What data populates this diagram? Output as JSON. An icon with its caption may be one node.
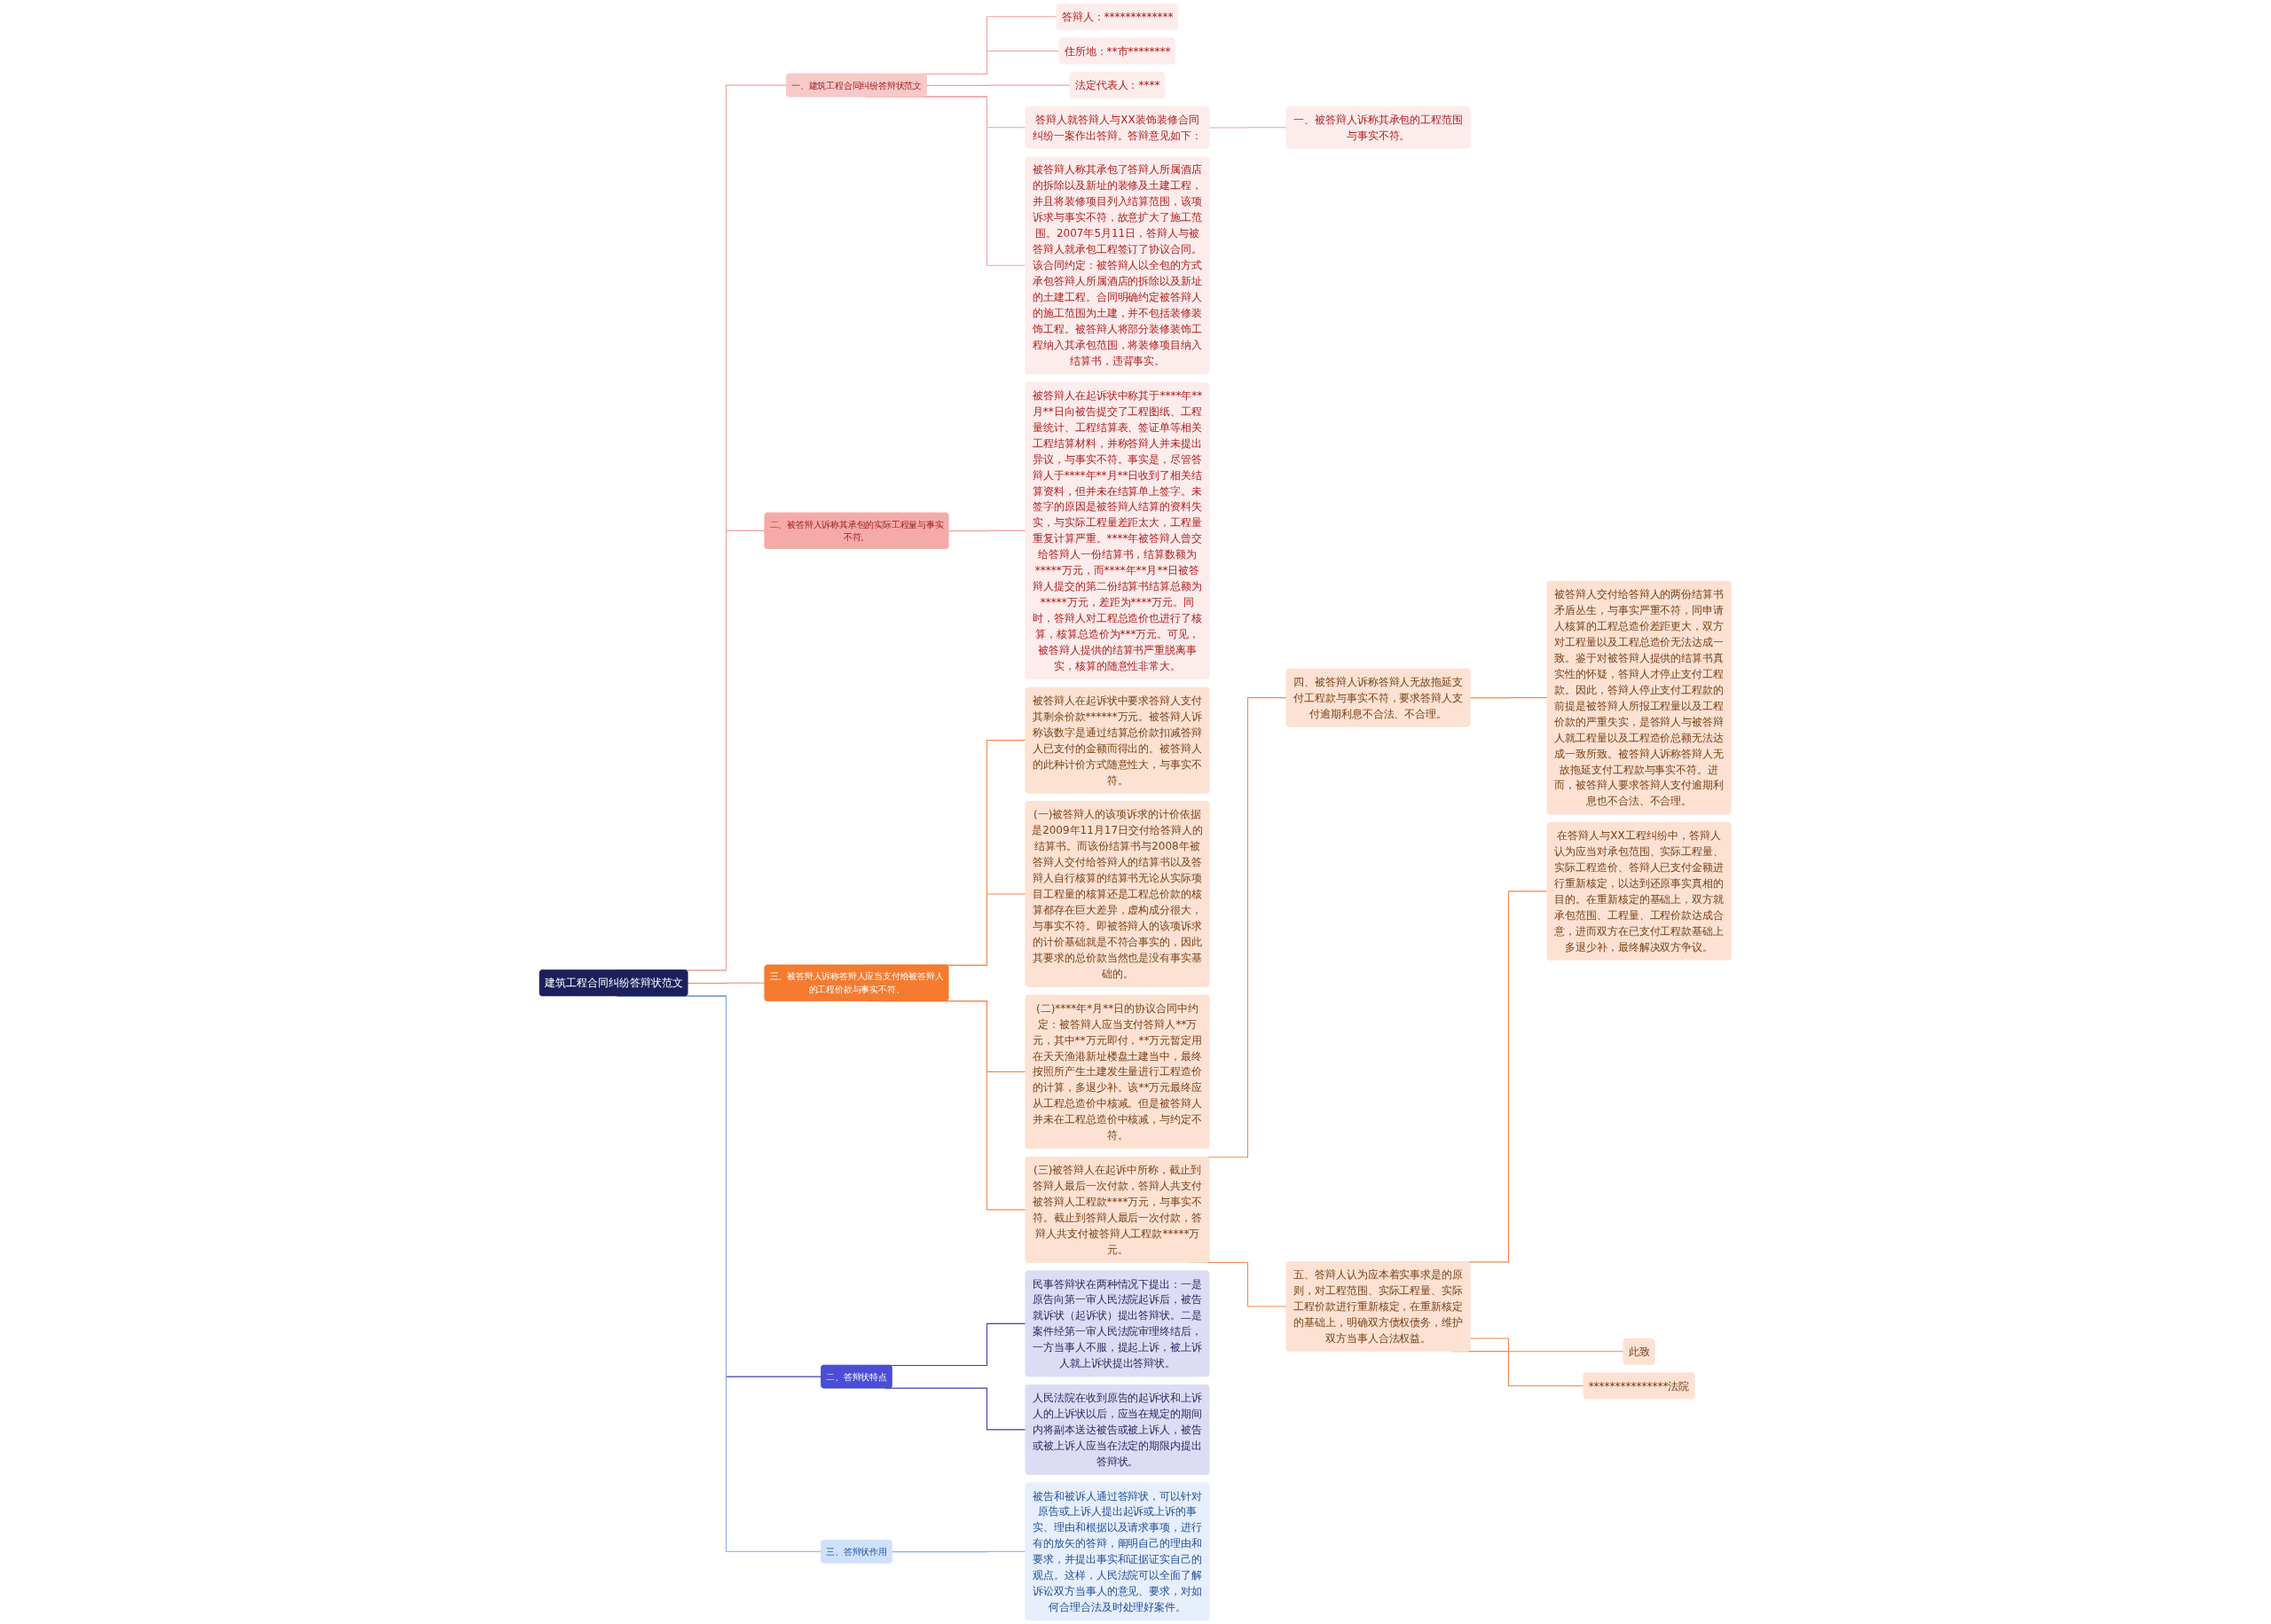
{
  "diagram": {
    "nodes": [
      {
        "text": [
          "建筑工程合同纠纷答辩状范文"
        ]
      },
      {
        "text": [
          "一、建筑工程合同纠纷答辩状范文"
        ]
      },
      {
        "text": [
          "答辩人：*************"
        ]
      },
      {
        "text": [
          "住所地：**市********"
        ]
      },
      {
        "text": [
          "法定代表人：****"
        ]
      },
      {
        "text": [
          "答辩人就答辩人与XX装饰装修合同纠纷一案作出答辩。答辩意见如下："
        ]
      },
      {
        "text": [
          "一、被答辩人诉称其承包的工程范围与事实不符。"
        ]
      },
      {
        "text": [
          "被答辩人称其承包了答辩人所属酒店的拆除以及新址的装修及土建工程，并且将装修项目列入结算范围，该项诉求与事实不符，故意扩大了施工范围。2007年5月11日，答辩人与被答辩人就承包工程签订了协议合同。该合同约定：被答辩人以全包的方式承包答辩人所属酒店的拆除以及新址的土建工程。合同明确约定被答辩人的施工范围为土建，并不包括装修装饰工程。被答辩人将部分装修装饰工程纳入其承包范围，将装修项目纳入结算书，违背事实。"
        ]
      },
      {
        "text": [
          "二、被答辩人诉称其承包的实际工程量与事实不符。"
        ]
      },
      {
        "text": [
          "被答辩人在起诉状中称其于****年**月**日向被告提交了工程图纸、工程量统计、工程结算表、签证单等相关工程结算材料，并称答辩人并未提出异议，与事实不符。事实是，尽管答辩人于****年**月**日收到了相关结算资料，但并未在结算单上签字。未签字的原因是被答辩人结算的资料失实，与实际工程量差距太大，工程量重复计算严重。****年被答辩人曾交给答辩人一份结算书，结算数额为*****万元，而****年**月**日被答辩人提交的第二份结算书结算总额为*****万元，差距为****万元。同时，答辩人对工程总造价也进行了核算，核算总造价为***万元。可见，被答辩人提供的结算书严重脱离事实，核算的随意性非常大。"
        ]
      },
      {
        "text": [
          "三、被答辩人诉称答辩人应当支付给被答辩人的工程价款与事实不符。"
        ]
      },
      {
        "text": [
          "被答辩人在起诉状中要求答辩人支付其剩余价款******万元。被答辩人诉称该数字是通过结算总价款扣减答辩人已支付的金额而得出的。被答辩人的此种计价方式随意性大，与事实不符。"
        ]
      },
      {
        "text": [
          "(一)被答辩人的该项诉求的计价依据是2009年11月17日交付给答辩人的结算书。而该份结算书与2008年被答辩人交付给答辩人的结算书以及答辩人自行核算的结算书无论从实际项目工程量的核算还是工程总价款的核算都存在巨大差异，虚构成分很大，与事实不符。即被答辩人的该项诉求的计价基础就是不符合事实的，因此其要求的总价款当然也是没有事实基础的。"
        ]
      },
      {
        "text": [
          "(二)****年*月**日的协议合同中约定：被答辩人应当支付答辩人**万元，其中**万元即付，**万元暂定用在天天渔港新址楼盘土建当中，最终按照所产生土建发生量进行工程造价的计算，多退少补。该**万元最终应从工程总造价中核减。但是被答辩人并未在工程总造价中核减，与约定不符。"
        ]
      },
      {
        "text": [
          "(三)被答辩人在起诉中所称，截止到答辩人最后一次付款，答辩人共支付被答辩人工程款****万元，与事实不符。截止到答辩人最后一次付款，答辩人共支付被答辩人工程款*****万元。"
        ]
      },
      {
        "text": [
          "四、被答辩人诉称答辩人无故拖延支付工程款与事实不符，要求答辩人支付逾期利息不合法、不合理。"
        ]
      },
      {
        "text": [
          "被答辩人交付给答辩人的两份结算书矛盾丛生，与事实严重不符，同申请人核算的工程总造价差距更大，双方对工程量以及工程总造价无法达成一致。鉴于对被答辩人提供的结算书真实性的怀疑，答辩人才停止支付工程款。因此，答辩人停止支付工程款的前提是被答辩人所报工程量以及工程价款的严重失实，是答辩人与被答辩人就工程量以及工程造价总额无法达成一致所致。被答辩人诉称答辩人无故拖延支付工程款与事实不符。进而，被答辩人要求答辩人支付逾期利息也不合法、不合理。"
        ]
      },
      {
        "text": [
          "五、答辩人认为应本着实事求是的原则，对工程范围、实际工程量、实际工程价款进行重新核定，在重新核定的基础上，明确双方债权债务，维护双方当事人合法权益。"
        ]
      },
      {
        "text": [
          "在答辩人与XX工程纠纷中，答辩人认为应当对承包范围、实际工程量、实际工程造价、答辩人已支付金额进行重新核定，以达到还原事实真相的目的。在重新核定的基础上，双方就承包范围、工程量、工程价款达成合意，进而双方在已支付工程款基础上多退少补，最终解决双方争议。"
        ]
      },
      {
        "text": [
          "此致"
        ]
      },
      {
        "text": [
          "***************法院"
        ]
      },
      {
        "text": [
          "二、答辩状特点"
        ]
      },
      {
        "text": [
          "民事答辩状在两种情况下提出：一是原告向第一审人民法院起诉后，被告就诉状（起诉状）提出答辩状。二是案件经第一审人民法院审理终结后，一方当事人不服，提起上诉，被上诉人就上诉状提出答辩状。"
        ]
      },
      {
        "text": [
          "人民法院在收到原告的起诉状和上诉人的上诉状以后，应当在规定的期间内将副本送达被告或被上诉人，被告或被上诉人应当在法定的期限内提出答辩状。"
        ]
      },
      {
        "text": [
          "三、答辩状作用"
        ]
      },
      {
        "text": [
          "被告和被诉人通过答辩状，可以针对原告或上诉人提出起诉或上诉的事实、理由和根据以及请求事项，进行有的放矢的答辩，阐明自己的理由和要求，并提出事实和证据证实自己的观点。这样，人民法院可以全面了解诉讼双方当事人的意见、要求，对如何合理合法及时处理好案件。"
        ]
      }
    ],
    "edges": [
      {
        "from": 0,
        "to": 1,
        "arrow": "none",
        "color": "#f0a0a0"
      },
      {
        "from": 1,
        "to": 2,
        "arrow": "none",
        "color": "#f0a0a0"
      },
      {
        "from": 1,
        "to": 3,
        "arrow": "none",
        "color": "#f0a0a0"
      },
      {
        "from": 1,
        "to": 4,
        "arrow": "none",
        "color": "#f0a0a0"
      },
      {
        "from": 1,
        "to": 5,
        "arrow": "none",
        "color": "#f0a0a0"
      },
      {
        "from": 5,
        "to": 6,
        "arrow": "none",
        "color": "#f0a0a0"
      },
      {
        "from": 1,
        "to": 7,
        "arrow": "none",
        "color": "#f0a0a0"
      },
      {
        "from": 0,
        "to": 8,
        "arrow": "none",
        "color": "#f0a0a0"
      },
      {
        "from": 8,
        "to": 9,
        "arrow": "none",
        "color": "#f0a0a0"
      },
      {
        "from": 0,
        "to": 10,
        "arrow": "none"
      },
      {
        "from": 10,
        "to": 11,
        "arrow": "none"
      },
      {
        "from": 10,
        "to": 12,
        "arrow": "none"
      },
      {
        "from": 10,
        "to": 13,
        "arrow": "none"
      },
      {
        "from": 10,
        "to": 14,
        "arrow": "none"
      },
      {
        "from": 14,
        "to": 15,
        "arrow": "none"
      },
      {
        "from": 15,
        "to": 16,
        "arrow": "none"
      },
      {
        "from": 14,
        "to": 17,
        "arrow": "none"
      },
      {
        "from": 17,
        "to": 18,
        "arrow": "none"
      },
      {
        "from": 17,
        "to": 19,
        "arrow": "none"
      },
      {
        "from": 17,
        "to": 20,
        "arrow": "none"
      },
      {
        "from": 0,
        "to": 21,
        "arrow": "none",
        "color": "#3c3fa8"
      },
      {
        "from": 21,
        "to": 22,
        "arrow": "none",
        "color": "#3c3fa8"
      },
      {
        "from": 21,
        "to": 23,
        "arrow": "none",
        "color": "#3c3fa8"
      },
      {
        "from": 0,
        "to": 24,
        "arrow": "none",
        "color": "#7aaef0"
      },
      {
        "from": 24,
        "to": 25,
        "arrow": "none",
        "color": "#7aaef0"
      }
    ]
  }
}
